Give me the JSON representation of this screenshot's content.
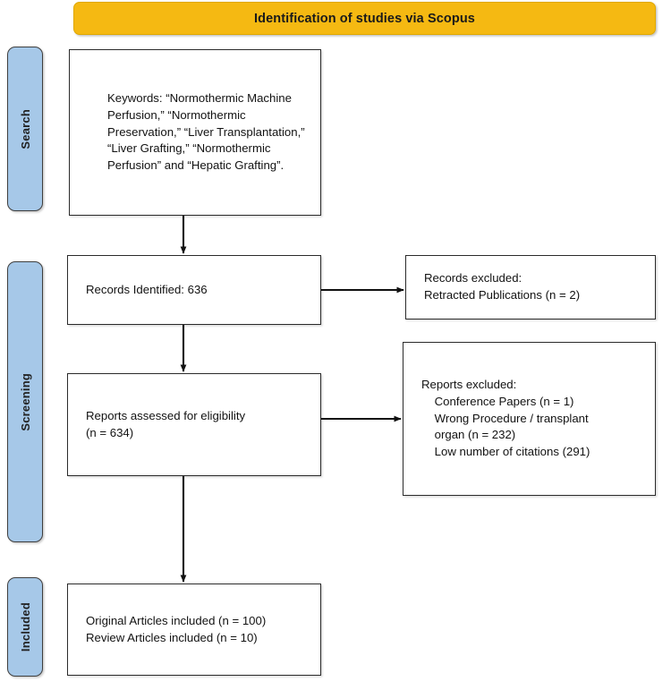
{
  "diagram": {
    "title": "Identification of studies via Scopus",
    "type": "prisma-flow-diagram",
    "colors": {
      "banner_fill": "#f5b912",
      "stage_fill": "#a6c8e8",
      "box_fill": "#ffffff",
      "box_border": "#2b2b2b",
      "text": "#121212"
    }
  },
  "stages": [
    {
      "id": "search",
      "label": "Search"
    },
    {
      "id": "screening",
      "label": "Screening"
    },
    {
      "id": "included",
      "label": "Included"
    }
  ],
  "boxes": {
    "keywords": {
      "text": "Keywords: “Normothermic Machine Perfusion,” “Normothermic Preservation,” “Liver Transplantation,” “Liver Grafting,” “Normothermic Perfusion” and “Hepatic Grafting”."
    },
    "records_identified": {
      "text": "Records Identified: 636",
      "count": 636
    },
    "records_excluded": {
      "text": "Records excluded:\nRetracted Publications (n = 2)",
      "heading": "Records excluded:",
      "items": [
        {
          "label": "Retracted Publications",
          "n": 2,
          "text": "Retracted Publications (n = 2)"
        }
      ]
    },
    "reports_assessed": {
      "text": "Reports assessed for eligibility\n(n = 634)",
      "count": 634
    },
    "reports_excluded": {
      "text": "Reports excluded:\n    Conference Papers (n = 1)\n    Wrong Procedure / transplant\n    organ (n = 232)\n    Low number of citations (291)",
      "heading": "Reports excluded:",
      "items": [
        {
          "label": "Conference Papers",
          "n": 1,
          "text": "Conference Papers (n = 1)"
        },
        {
          "label": "Wrong Procedure / transplant organ",
          "n": 232,
          "text": "Wrong Procedure / transplant organ (n = 232)"
        },
        {
          "label": "Low number of citations",
          "n": 291,
          "text": "Low number of citations (291)"
        }
      ]
    },
    "included": {
      "text": "Original Articles included (n = 100)\nReview Articles included (n = 10)",
      "items": [
        {
          "label": "Original Articles included",
          "n": 100,
          "text": "Original Articles included (n = 100)"
        },
        {
          "label": "Review Articles included",
          "n": 10,
          "text": "Review Articles included (n = 10)"
        }
      ]
    }
  },
  "connectors": [
    {
      "id": "keywords-to-records",
      "from": "keywords",
      "to": "records_identified",
      "direction": "down"
    },
    {
      "id": "records-to-excluded",
      "from": "records_identified",
      "to": "records_excluded",
      "direction": "right"
    },
    {
      "id": "records-to-reports",
      "from": "records_identified",
      "to": "reports_assessed",
      "direction": "down"
    },
    {
      "id": "reports-to-reports-excluded",
      "from": "reports_assessed",
      "to": "reports_excluded",
      "direction": "right"
    },
    {
      "id": "reports-to-included",
      "from": "reports_assessed",
      "to": "included",
      "direction": "down"
    }
  ]
}
